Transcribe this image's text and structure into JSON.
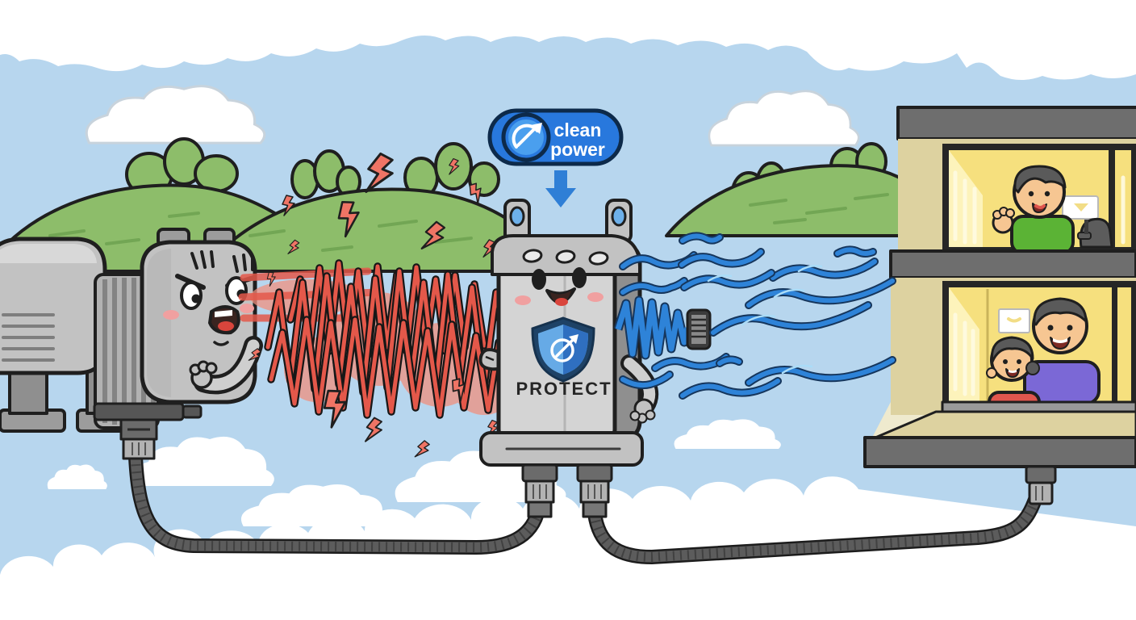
{
  "badge": {
    "line1": "clean",
    "line2": "power",
    "icon": "surge-arrow-icon"
  },
  "conditioner": {
    "label": "PROTECT",
    "icon": "shield-arrow-icon"
  },
  "icons": {
    "badge_icon": "surge-arrow-icon",
    "flow_arrow": "down-arrow-icon",
    "shield": "shield-arrow-icon",
    "dirty_power": "lightning-bolt-icon",
    "clean_power": "smooth-wave-icon"
  },
  "colors": {
    "sky": "#b7d6ee",
    "cloud": "#ffffff",
    "cloudOutline": "#c8d3dc",
    "hill": "#8dbd6a",
    "hillShade": "#6fa352",
    "outline": "#1f1f1f",
    "metal": "#c2c2c2",
    "metalLight": "#d8d8d8",
    "metalMid": "#9c9c9c",
    "metalDark": "#6b6b6b",
    "metalSide": "#8f8f8f",
    "metalBand": "#b2b2b2",
    "noiseRed": "#e4584a",
    "noisePink": "#f0907f",
    "boltRed": "#ef7465",
    "waveBlue": "#2e83d8",
    "waveDark": "#16365c",
    "waveLight": "#aadcf8",
    "badgeBlue": "#2878dd",
    "badgeInner": "#4a9fee",
    "badgeDark": "#0d2a4a",
    "shieldNavy": "#1e4266",
    "shieldLeft": "#66aae6",
    "shieldRight": "#2f6fc0",
    "cheekPink": "#f0a0a0",
    "tongueRed": "#d9453c",
    "houseSlab": "#6e6e6e",
    "houseTan": "#ddd2a0",
    "windowYellow": "#f6e07e",
    "windowPale": "#fdf3bb",
    "windowStreak": "#fffbe2",
    "frameDark": "#262626",
    "skin": "#f6c692",
    "hairGray": "#5a5a5a",
    "sweaterGreen": "#5bb335",
    "sweaterPurple": "#7b68d6",
    "shirtRed": "#e0564e",
    "cable": "#5c5c5c",
    "beam": "#f5ecca"
  }
}
